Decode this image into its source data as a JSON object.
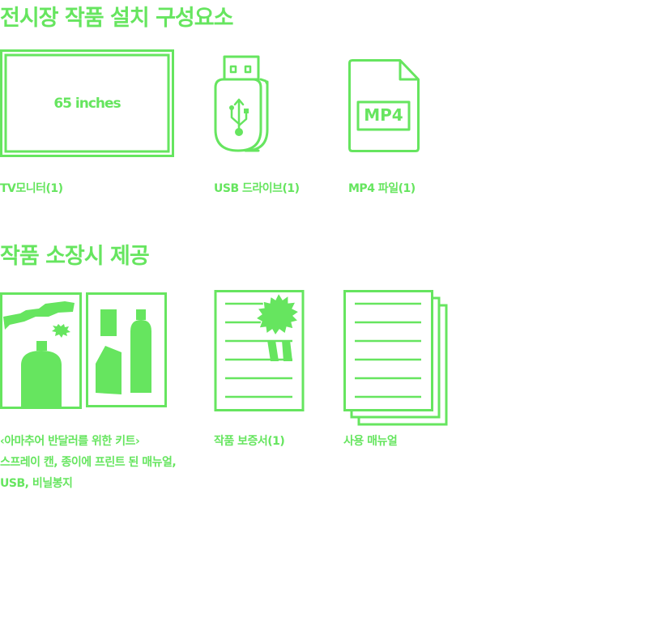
{
  "colors": {
    "accent": "#66e55f",
    "background": "#ffffff"
  },
  "section1": {
    "title": "전시장 작품 설치 구성요소",
    "items": [
      {
        "icon": "tv-monitor-icon",
        "screen_text": "65 inches",
        "caption": "TV모니터(1)"
      },
      {
        "icon": "usb-drive-icon",
        "caption": "USB 드라이브(1)"
      },
      {
        "icon": "mp4-file-icon",
        "badge": "MP4",
        "caption": "MP4 파일(1)"
      }
    ]
  },
  "section2": {
    "title": "작품 소장시 제공",
    "items": [
      {
        "icon": "anti-drug-kit-icon",
        "caption_lines": [
          "‹아마추어 반달러를 위한 키트›",
          "스프레이 캔, 종이에 프린트 된 매뉴얼,",
          "USB, 비닐봉지"
        ]
      },
      {
        "icon": "certificate-icon",
        "caption": "작품 보증서(1)"
      },
      {
        "icon": "manual-documents-icon",
        "caption": "사용 매뉴얼"
      }
    ]
  }
}
